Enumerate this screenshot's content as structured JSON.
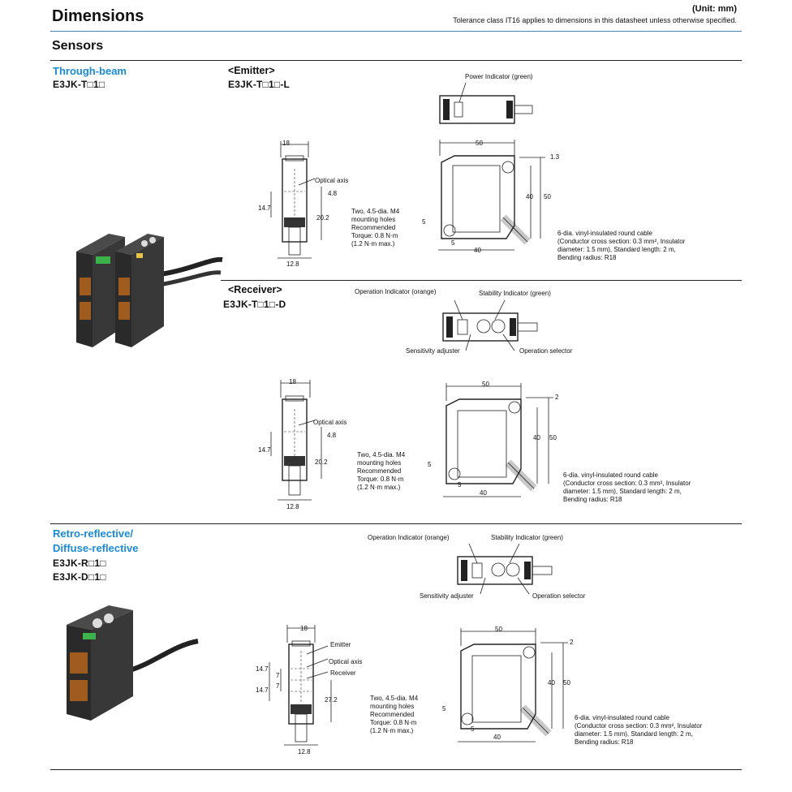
{
  "header": {
    "title": "Dimensions",
    "unit": "(Unit: mm)",
    "tolerance": "Tolerance class IT16 applies to dimensions in this datasheet unless otherwise specified."
  },
  "section": {
    "title": "Sensors"
  },
  "through_beam": {
    "title": "Through-beam",
    "model": "E3JK-T□1□",
    "emitter": {
      "heading": "<Emitter>",
      "model": "E3JK-T□1□-L",
      "power_indicator": "Power Indicator (green)",
      "dims": {
        "w18": "18",
        "w50": "50",
        "d13": "1.3",
        "h40": "40",
        "h50": "50",
        "h147": "14.7",
        "d48": "4.8",
        "h202": "20.2",
        "w128": "12.8",
        "d5": "5",
        "d5b": "5",
        "w40": "40"
      },
      "optical_axis": "Optical axis",
      "mounting": [
        "Two, 4.5-dia. M4",
        "mounting holes",
        "Recommended",
        "Torque: 0.8 N·m",
        "(1.2 N·m max.)"
      ],
      "cable": [
        "6-dia. vinyl-insulated round cable",
        "(Conductor cross section: 0.3 mm², Insulator",
        "diameter: 1.5 mm), Standard length: 2 m,",
        "Bending radius: R18"
      ]
    },
    "receiver": {
      "heading": "<Receiver>",
      "model": "E3JK-T□1□-D",
      "operation_indicator": "Operation Indicator (orange)",
      "stability_indicator": "Stability Indicator (green)",
      "sensitivity_adjuster": "Sensitivity adjuster",
      "operation_selector": "Operation selector",
      "dims": {
        "w18": "18",
        "w50": "50",
        "d2": "2",
        "h40": "40",
        "h50": "50",
        "h147": "14.7",
        "d48": "4.8",
        "h202": "20.2",
        "w128": "12.8",
        "d5": "5",
        "d5b": "5",
        "w40": "40"
      },
      "optical_axis": "Optical axis",
      "mounting": [
        "Two, 4.5-dia. M4",
        "mounting holes",
        "Recommended",
        "Torque: 0.8 N·m",
        "(1.2 N·m max.)"
      ],
      "cable": [
        "6-dia. vinyl-insulated round cable",
        "(Conductor cross section: 0.3 mm², Insulator",
        "diameter: 1.5 mm), Standard length: 2 m,",
        "Bending radius: R18"
      ]
    }
  },
  "retro": {
    "title_line1": "Retro-reflective/",
    "title_line2": "Diffuse-reflective",
    "model1": "E3JK-R□1□",
    "model2": "E3JK-D□1□",
    "operation_indicator": "Operation Indicator (orange)",
    "stability_indicator": "Stability Indicator (green)",
    "sensitivity_adjuster": "Sensitivity adjuster",
    "operation_selector": "Operation selector",
    "emitter": "Emitter",
    "optical_axis": "Optical axis",
    "receiver": "Receiver",
    "dims": {
      "w18": "18",
      "w50": "50",
      "d2": "2",
      "h40": "40",
      "h50": "50",
      "h147a": "14.7",
      "d7a": "7",
      "d7b": "7",
      "h147b": "14.7",
      "h272": "27.2",
      "w128": "12.8",
      "d5": "5",
      "d5b": "5",
      "w40": "40"
    },
    "mounting": [
      "Two, 4.5-dia. M4",
      "mounting holes",
      "Recommended",
      "Torque: 0.8 N·m",
      "(1.2 N·m max.)"
    ],
    "cable": [
      "6-dia. vinyl-insulated round cable",
      "(Conductor cross section: 0.3 mm², Insulator",
      "diameter: 1.5 mm), Standard length: 2 m,",
      "Bending radius: R18"
    ]
  }
}
